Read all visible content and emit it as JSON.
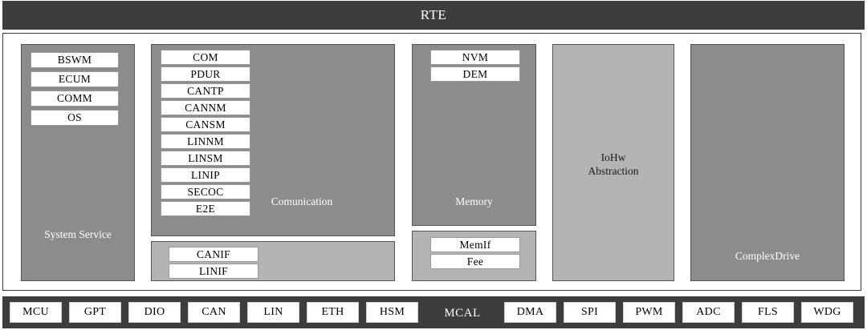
{
  "rte": {
    "label": "RTE"
  },
  "bsw": {
    "columns": [
      {
        "id": "system-service",
        "label": "System Service",
        "shade": "dark",
        "label_color": "white",
        "items": [
          "BSWM",
          "ECUM",
          "COMM",
          "OS"
        ]
      },
      {
        "id": "communication",
        "label": "Comunication",
        "shade": "dark",
        "label_color": "white",
        "items": [
          "COM",
          "PDUR",
          "CANTP",
          "CANNM",
          "CANSM",
          "LINNM",
          "LINSM",
          "LINIP",
          "SECOC",
          "E2E"
        ]
      },
      {
        "id": "communication-interface",
        "label": "",
        "shade": "light",
        "label_color": "black",
        "items": [
          "CANIF",
          "LINIF"
        ]
      },
      {
        "id": "memory",
        "label": "Memory",
        "shade": "dark",
        "label_color": "white",
        "items": [
          "NVM",
          "DEM"
        ]
      },
      {
        "id": "memory-interface",
        "label": "",
        "shade": "light",
        "label_color": "black",
        "items": [
          "MemIf",
          "Fee"
        ]
      },
      {
        "id": "iohw-abstraction",
        "label": "IoHw\nAbstraction",
        "label_line1": "IoHw",
        "label_line2": "Abstraction",
        "shade": "light",
        "label_color": "black",
        "items": []
      },
      {
        "id": "complex-drive",
        "label": "ComplexDrive",
        "shade": "dark",
        "label_color": "white",
        "items": []
      }
    ]
  },
  "mcal": {
    "title": "MCAL",
    "left_items": [
      "MCU",
      "GPT",
      "DIO",
      "CAN",
      "LIN",
      "ETH",
      "HSM"
    ],
    "right_items": [
      "DMA",
      "SPI",
      "PWM",
      "ADC",
      "FLS",
      "WDG"
    ]
  },
  "colors": {
    "bar_dark": "#3d3d3d",
    "block_dark": "#8c8c8c",
    "block_light": "#b4b4b4",
    "chip_fill": "#ffffff",
    "page_bg": "#ffffff"
  }
}
